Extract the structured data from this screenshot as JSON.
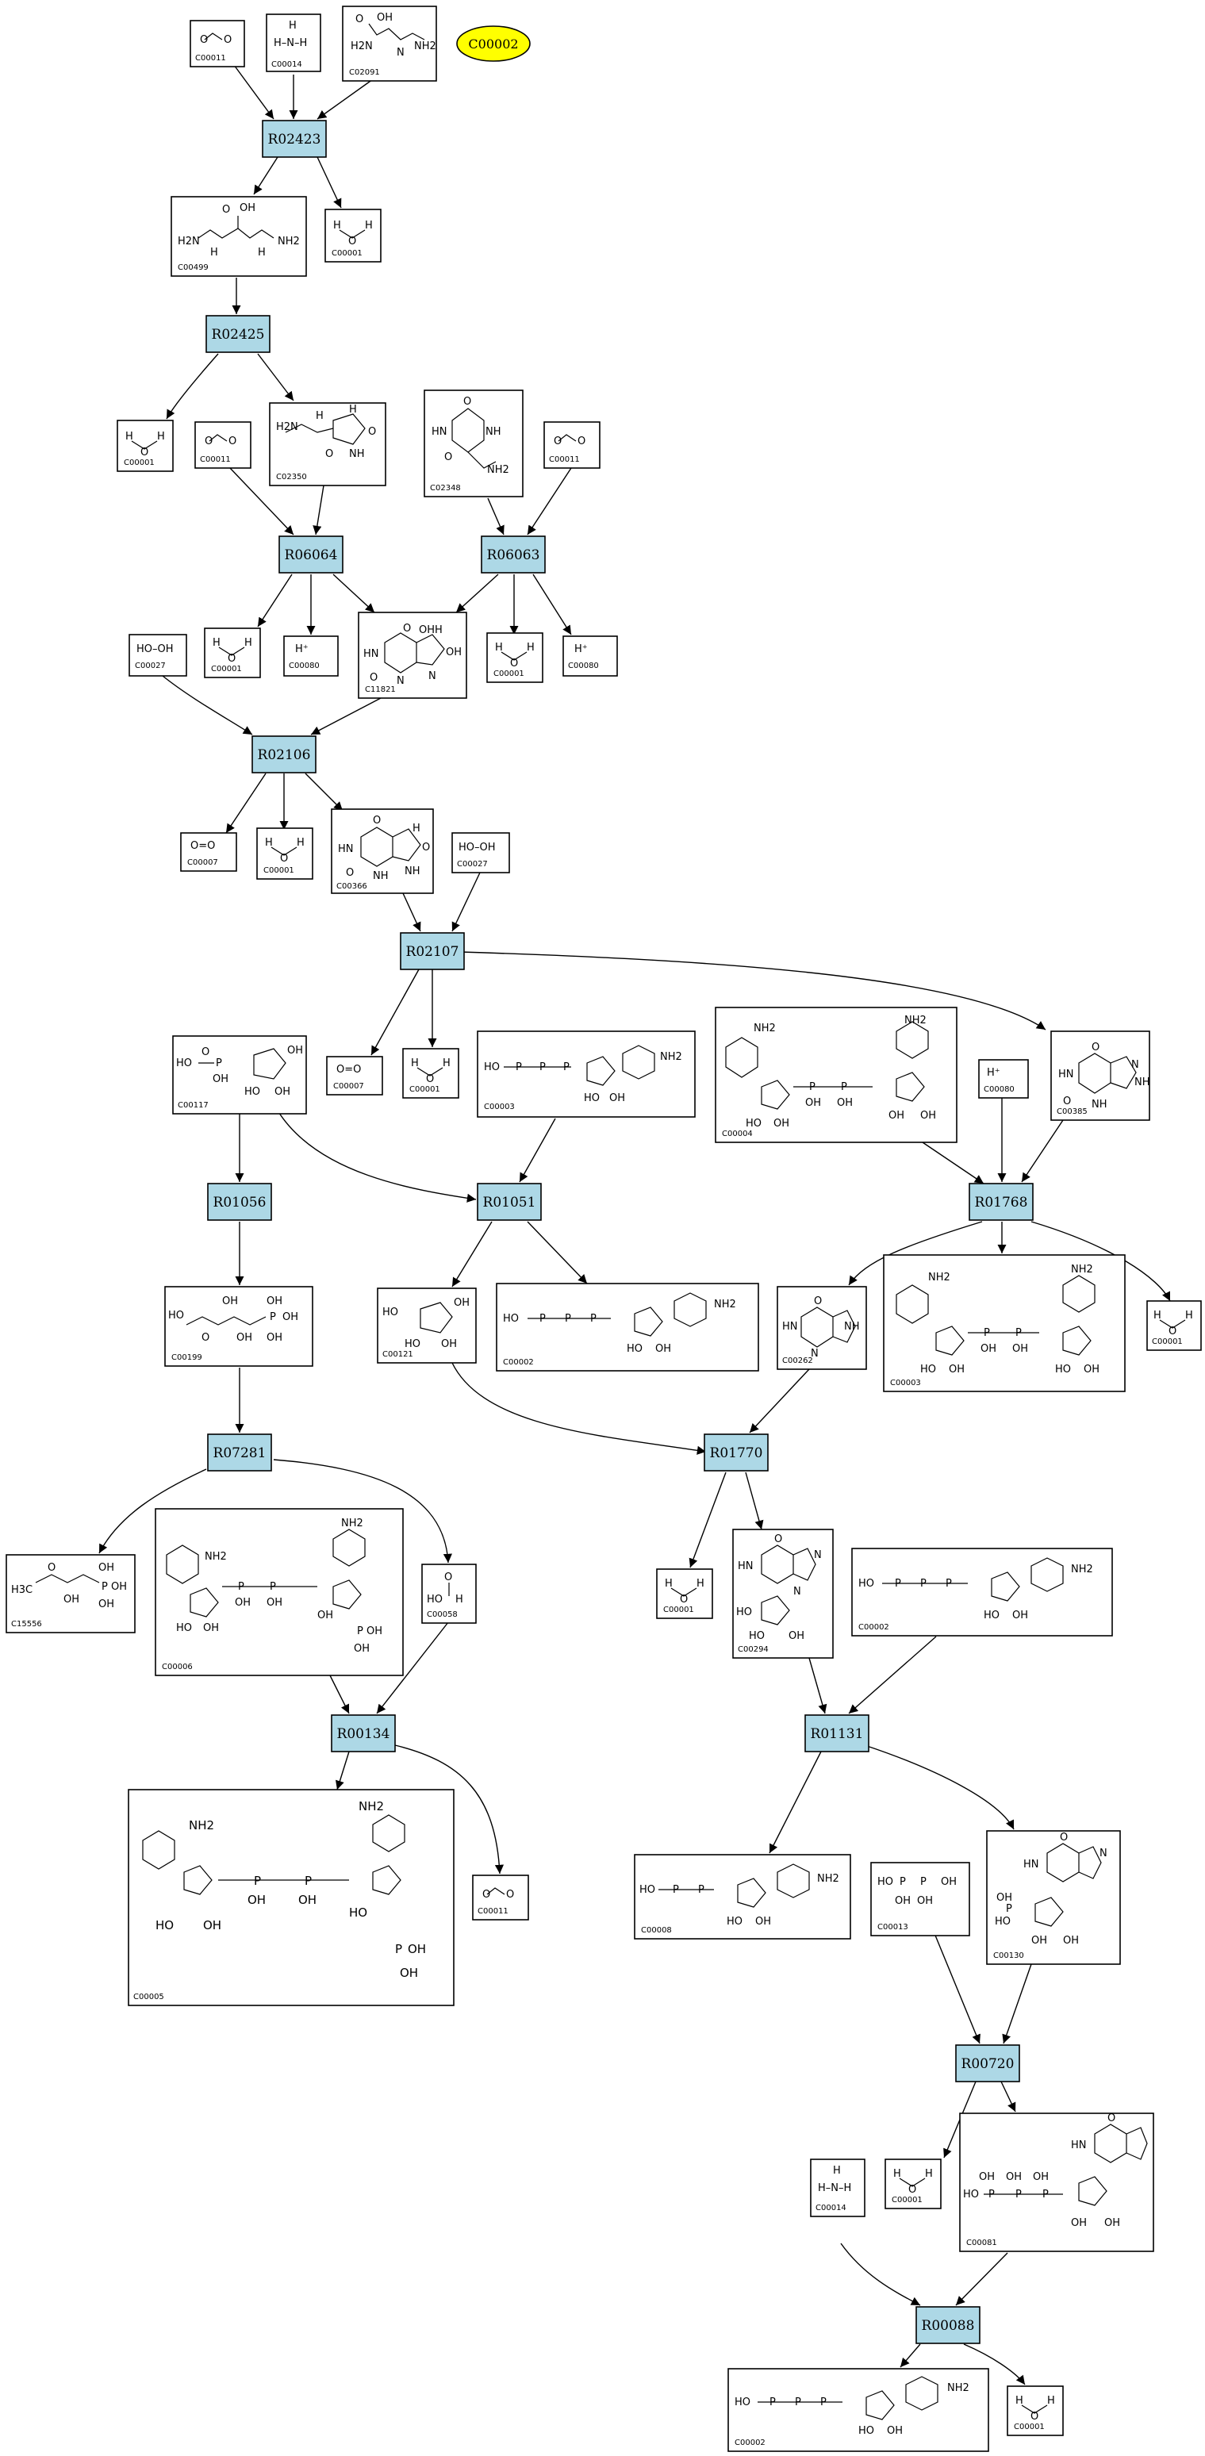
{
  "start_node": "C00002",
  "reactions": [
    "R02423",
    "R02425",
    "R06064",
    "R06063",
    "R02106",
    "R02107",
    "R01056",
    "R01051",
    "R01768",
    "R07281",
    "R01770",
    "R00134",
    "R01131",
    "R00720",
    "R00088"
  ],
  "compounds": {
    "c1": {
      "id": "C00011",
      "formula": "O=C=O"
    },
    "c2": {
      "id": "C00014",
      "formula": "NH3"
    },
    "c3": {
      "id": "C02091",
      "formula": "allantoate"
    },
    "c4": {
      "id": "C00499",
      "formula": "allantoate-acid"
    },
    "c5": {
      "id": "C00001",
      "formula": "H2O"
    },
    "c6": {
      "id": "C00001",
      "formula": "H2O"
    },
    "c7": {
      "id": "C00011",
      "formula": "O=C=O"
    },
    "c8": {
      "id": "C02350",
      "formula": "allantoin"
    },
    "c9": {
      "id": "C02348",
      "formula": "ureido"
    },
    "c10": {
      "id": "C00011",
      "formula": "O=C=O"
    },
    "c11": {
      "id": "C00027",
      "formula": "HO–OH"
    },
    "c12": {
      "id": "C00001",
      "formula": "H2O"
    },
    "c13": {
      "id": "C00080",
      "formula": "H+"
    },
    "c14": {
      "id": "C11821",
      "formula": "5-hydroxyisourate"
    },
    "c15": {
      "id": "C00001",
      "formula": "H2O"
    },
    "c16": {
      "id": "C00080",
      "formula": "H+"
    },
    "c17": {
      "id": "C00007",
      "formula": "O=O"
    },
    "c18": {
      "id": "C00001",
      "formula": "H2O"
    },
    "c19": {
      "id": "C00366",
      "formula": "urate"
    },
    "c20": {
      "id": "C00027",
      "formula": "HO–OH"
    },
    "c21": {
      "id": "C00117",
      "formula": "ribose-5P"
    },
    "c22": {
      "id": "C00007",
      "formula": "O=O"
    },
    "c23": {
      "id": "C00001",
      "formula": "H2O"
    },
    "c24": {
      "id": "C00003",
      "formula": "NAD"
    },
    "c25": {
      "id": "C00004",
      "formula": "NADH"
    },
    "c26": {
      "id": "C00080",
      "formula": "H+"
    },
    "c27": {
      "id": "C00385",
      "formula": "xanthine"
    },
    "c28": {
      "id": "C00199",
      "formula": "ribulose-5P"
    },
    "c29": {
      "id": "C00121",
      "formula": "ribose"
    },
    "c30": {
      "id": "C00002",
      "formula": "ATP"
    },
    "c31": {
      "id": "C00262",
      "formula": "hypoxanthine"
    },
    "c32": {
      "id": "C00003",
      "formula": "NAD+"
    },
    "c33": {
      "id": "C00001",
      "formula": "H2O"
    },
    "c34": {
      "id": "C15556",
      "formula": "acetolactate-P"
    },
    "c35": {
      "id": "C00006",
      "formula": "NADP+"
    },
    "c36": {
      "id": "C00058",
      "formula": "formate"
    },
    "c37": {
      "id": "C00001",
      "formula": "H2O"
    },
    "c38": {
      "id": "C00294",
      "formula": "inosine"
    },
    "c39": {
      "id": "C00002",
      "formula": "ATP"
    },
    "c40": {
      "id": "C00005",
      "formula": "NADPH"
    },
    "c41": {
      "id": "C00011",
      "formula": "O=C=O"
    },
    "c42": {
      "id": "C00008",
      "formula": "ADP"
    },
    "c43": {
      "id": "C00013",
      "formula": "PPi"
    },
    "c44": {
      "id": "C00130",
      "formula": "IMP"
    },
    "c45": {
      "id": "C00014",
      "formula": "NH3"
    },
    "c46": {
      "id": "C00001",
      "formula": "H2O"
    },
    "c47": {
      "id": "C00081",
      "formula": "ITP"
    },
    "c48": {
      "id": "C00002",
      "formula": "ATP"
    },
    "c49": {
      "id": "C00001",
      "formula": "H2O"
    }
  },
  "structure_text": {
    "oh": "OH",
    "ho": "HO",
    "nh": "NH",
    "hn": "HN",
    "nh2": "NH2",
    "h2n": "H2N",
    "o": "O",
    "n": "N",
    "h": "H",
    "p": "P",
    "oeq": "O=O",
    "hooh": "HO–OH",
    "hplus": "H⁺",
    "h3c": "H3C",
    "h3n": "H–N–H"
  }
}
